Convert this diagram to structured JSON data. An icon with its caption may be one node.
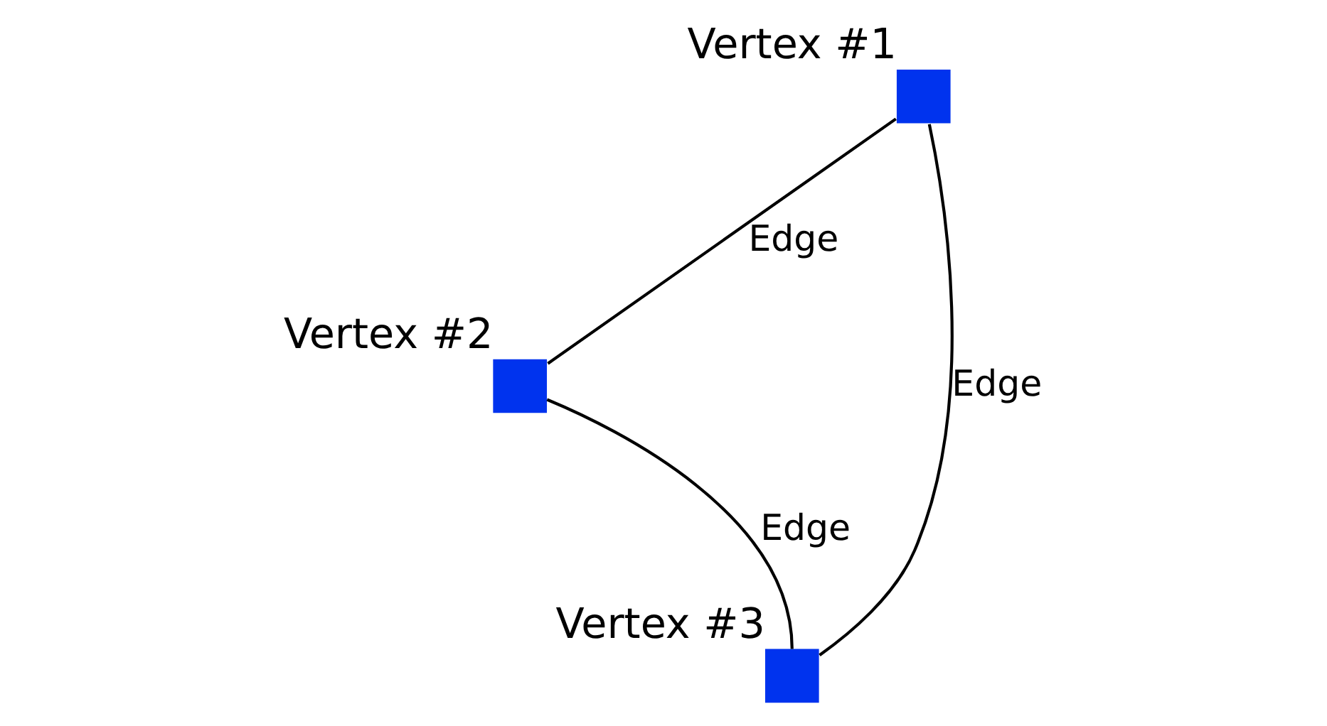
{
  "diagram": {
    "nodes": [
      {
        "text": [
          "Vertex #1"
        ]
      },
      {
        "text": [
          "Vertex #2"
        ]
      },
      {
        "text": [
          "Vertex #3"
        ]
      }
    ],
    "edges": [
      {
        "from": 0,
        "to": 1,
        "arrow": "none",
        "label": "Edge"
      },
      {
        "from": 1,
        "to": 2,
        "arrow": "none",
        "label": "Edge"
      },
      {
        "from": 2,
        "to": 0,
        "arrow": "none",
        "label": "Edge"
      }
    ]
  }
}
